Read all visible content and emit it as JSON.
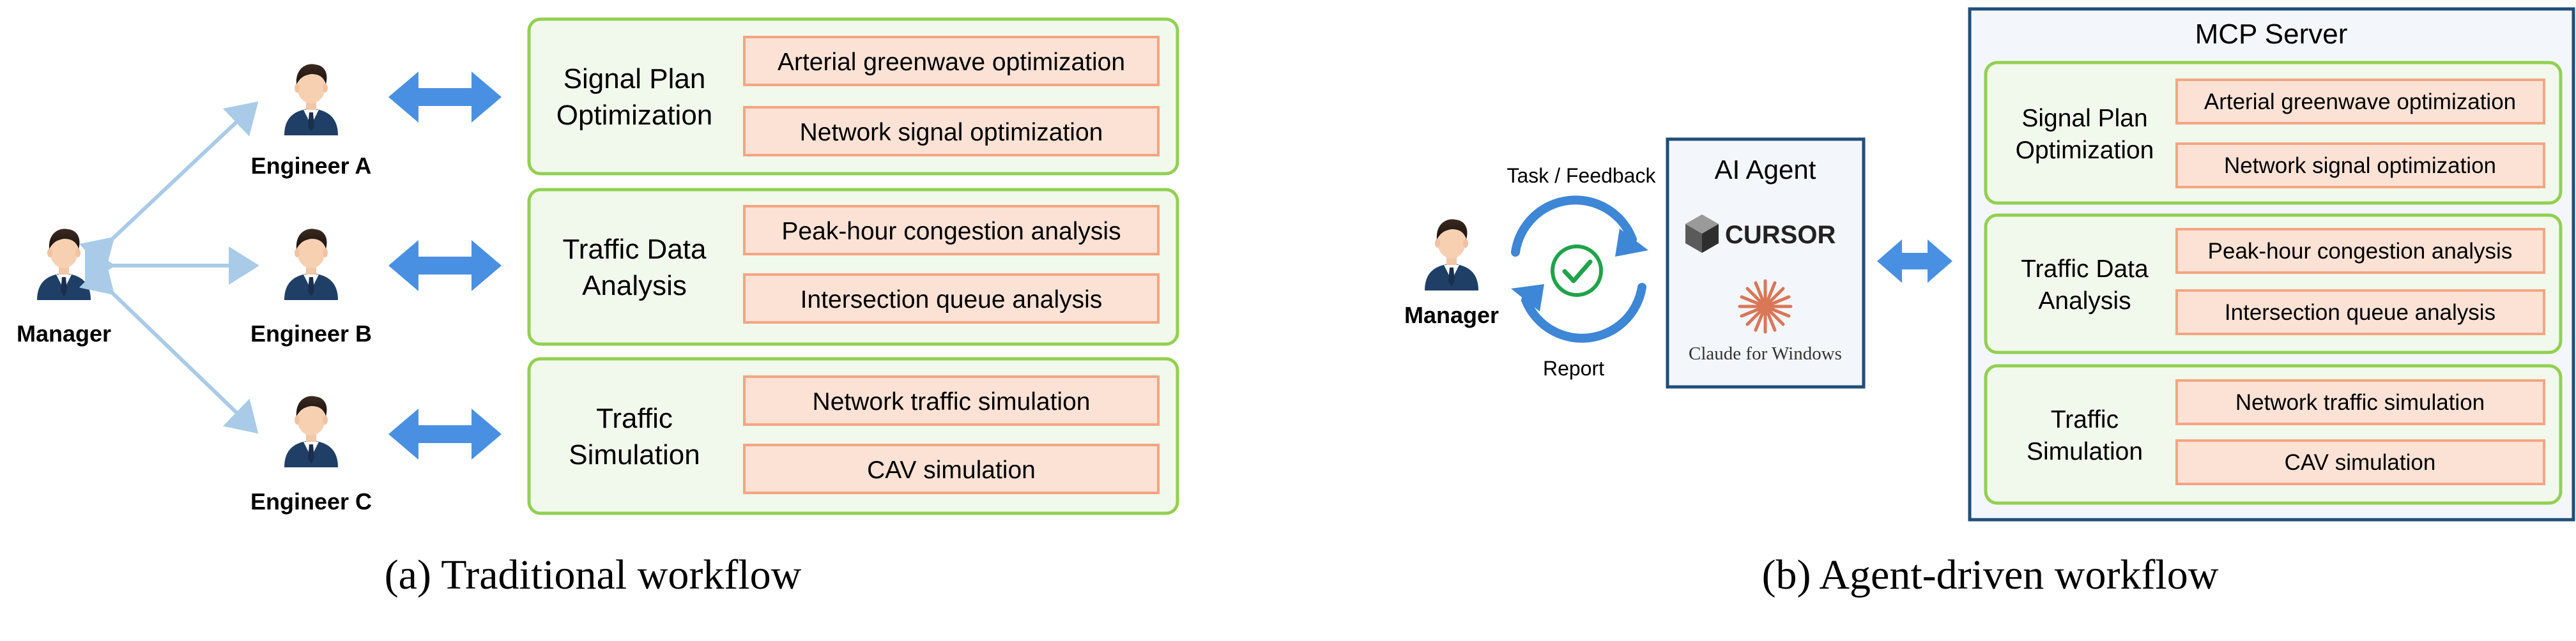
{
  "colors": {
    "group_fill": "#f1f8ec",
    "group_border": "#92d050",
    "task_fill": "#fbe2d5",
    "task_border": "#f4a582",
    "arrow_blue": "#4a90e2",
    "thin_arrow": "#a9cbe8",
    "server_fill": "#f3f7fb",
    "server_border": "#1f4e79",
    "check_green": "#1fa34a"
  },
  "traditional": {
    "caption": "(a) Traditional workflow",
    "manager": "Manager",
    "engineers": [
      "Engineer A",
      "Engineer B",
      "Engineer C"
    ],
    "groups": [
      {
        "title": [
          "Signal Plan",
          "Optimization"
        ],
        "tasks": [
          "Arterial greenwave optimization",
          "Network signal optimization"
        ]
      },
      {
        "title": [
          "Traffic Data",
          "Analysis"
        ],
        "tasks": [
          "Peak-hour congestion analysis",
          "Intersection queue analysis"
        ]
      },
      {
        "title": [
          "Traffic",
          "Simulation"
        ],
        "tasks": [
          "Network traffic simulation",
          "CAV simulation"
        ]
      }
    ]
  },
  "agent": {
    "caption": "(b) Agent-driven workflow",
    "manager": "Manager",
    "task_feedback": "Task / Feedback",
    "report": "Report",
    "agent_title": "AI Agent",
    "cursor_logo": "CURSOR",
    "claude_logo": "Claude for Windows",
    "server_title": "MCP Server",
    "groups": [
      {
        "title": [
          "Signal Plan",
          "Optimization"
        ],
        "tasks": [
          "Arterial greenwave optimization",
          "Network signal optimization"
        ]
      },
      {
        "title": [
          "Traffic Data",
          "Analysis"
        ],
        "tasks": [
          "Peak-hour congestion analysis",
          "Intersection queue analysis"
        ]
      },
      {
        "title": [
          "Traffic",
          "Simulation"
        ],
        "tasks": [
          "Network traffic simulation",
          "CAV simulation"
        ]
      }
    ]
  },
  "icons": [
    "person-icon",
    "double-arrow-icon",
    "cycle-arrows-icon",
    "check-icon",
    "cursor-cube-icon",
    "claude-starburst-icon"
  ]
}
